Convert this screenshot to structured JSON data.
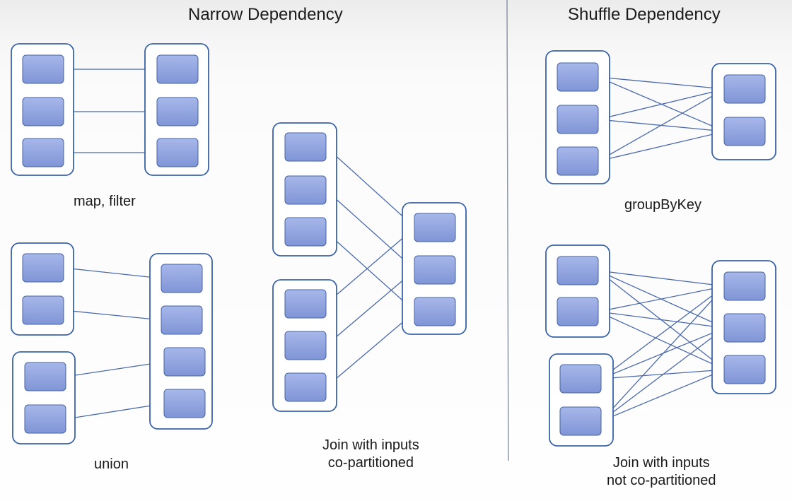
{
  "titles": {
    "narrow": "Narrow Dependency",
    "shuffle": "Shuffle Dependency"
  },
  "captions": {
    "map_filter": "map, filter",
    "union": "union",
    "join_co_line1": "Join with inputs",
    "join_co_line2": "co-partitioned",
    "groupbykey": "groupByKey",
    "join_not_line1": "Join with inputs",
    "join_not_line2": "not co-partitioned"
  },
  "colors": {
    "container_stroke": "#3a63a8",
    "partition_fill": "#8ea1dd",
    "partition_stroke": "#46639f",
    "arrow": "#4a69ad",
    "divider": "#8c96a8"
  }
}
